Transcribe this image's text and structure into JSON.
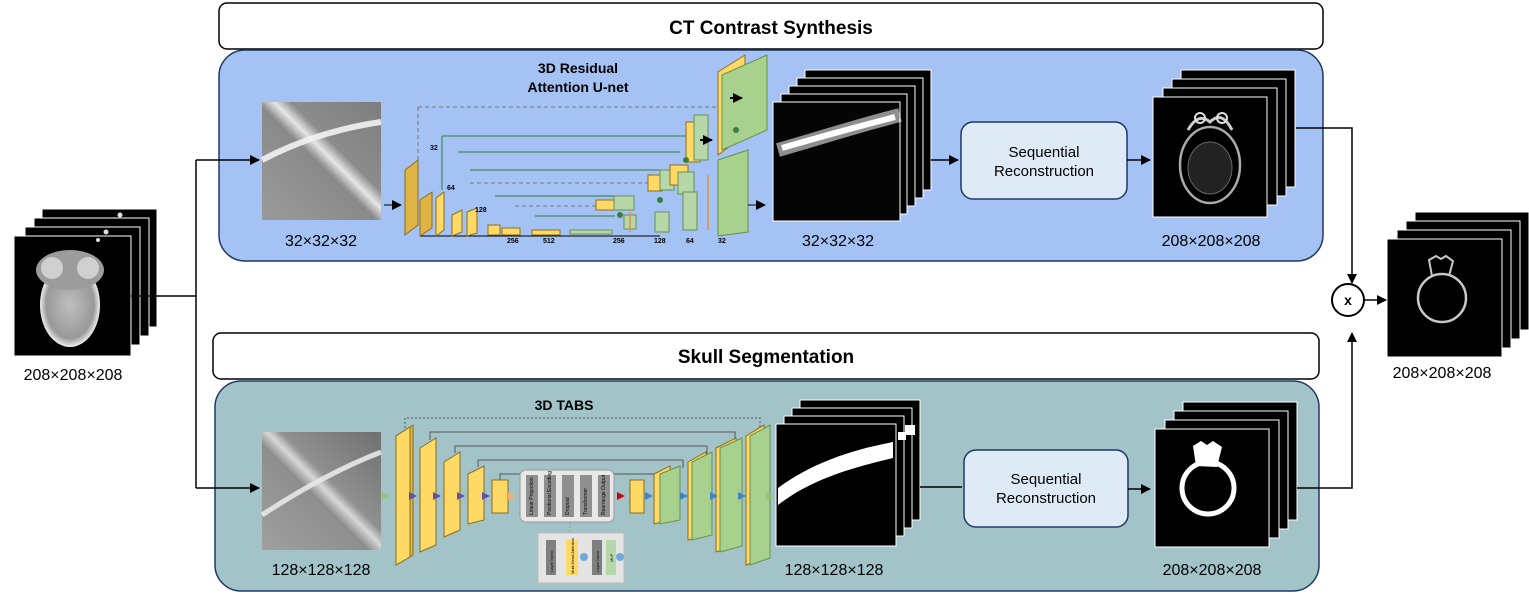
{
  "input": {
    "dims": "208×208×208"
  },
  "output": {
    "dims": "208×208×208",
    "multiply_symbol": "x"
  },
  "top": {
    "title": "CT Contrast Synthesis",
    "network": "3D Residual\nAttention U-net",
    "network_line1": "3D Residual",
    "network_line2": "Attention U-net",
    "patch_dims": "32×32×32",
    "pred_dims": "32×32×32",
    "recon_line1": "Sequential",
    "recon_line2": "Reconstruction",
    "full_dims": "208×208×208",
    "channels": [
      "32",
      "64",
      "128",
      "256",
      "512",
      "256",
      "128",
      "64",
      "32"
    ],
    "panel_color": "#a4c2f4"
  },
  "bottom": {
    "title": "Skull Segmentation",
    "network": "3D TABS",
    "patch_dims": "128×128×128",
    "pred_dims": "128×128×128",
    "recon_line1": "Sequential",
    "recon_line2": "Reconstruction",
    "full_dims": "208×208×208",
    "panel_color": "#a2c4c9"
  },
  "transformer": {
    "blocks": [
      "Linear Projection",
      "Positional Encoding",
      "Dropout",
      "Transformer",
      "Rearrange Output"
    ],
    "inner": [
      "Layer Norm",
      "Multi-Head Attention",
      "Layer Norm",
      "MLP"
    ]
  }
}
